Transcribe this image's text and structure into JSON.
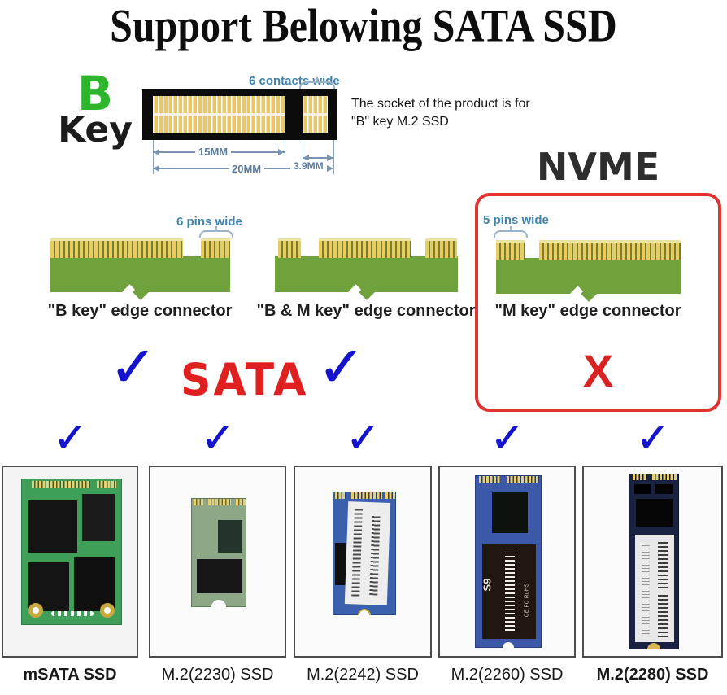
{
  "title": "Support Belowing SATA SSD",
  "b_key": {
    "letter": "B",
    "word": "Key",
    "contacts_wide_label": "6 contacts wide",
    "dim_15mm": "15MM",
    "dim_3_9mm": "3.9MM",
    "dim_20mm": "20MM",
    "note_line1": "The socket of the product is for",
    "note_line2": "\"B\" key M.2 SSD"
  },
  "nvme_label": "NVME",
  "connectors": {
    "b_key": {
      "pins_label": "6 pins wide",
      "caption": "\"B key\" edge connector"
    },
    "bm_key": {
      "caption": "\"B & M key\" edge connector"
    },
    "m_key": {
      "pins_label": "5 pins wide",
      "caption": "\"M key\" edge connector"
    }
  },
  "compatibility": {
    "sata_label": "SATA",
    "check_glyph": "✓",
    "cross_glyph": "X"
  },
  "ssd_list": [
    {
      "label": "mSATA SSD"
    },
    {
      "label": "M.2(2230) SSD"
    },
    {
      "label": "M.2(2242) SSD"
    },
    {
      "label": "M.2(2260) SSD",
      "sticker_text": "S9",
      "sticker_marks": "CE FC RoHS"
    },
    {
      "label": "M.2(2280) SSD"
    }
  ],
  "colors": {
    "check_blue": "#1414cc",
    "sata_red": "#e02020",
    "cross_red": "#d92222",
    "nvme_box_red": "#e23333",
    "key_green": "#2db52d",
    "pcb_green": "#6fa23c",
    "pin_gold": "#e6cd60",
    "dim_slate": "#5c7da0",
    "label_teal": "#3e84ad"
  }
}
